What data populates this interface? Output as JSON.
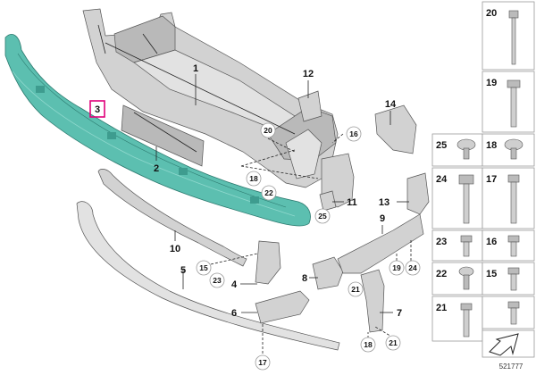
{
  "diagram_number": "521777",
  "highlighted_label": "3",
  "callouts": {
    "p1": "1",
    "p2": "2",
    "p3": "3",
    "p4": "4",
    "p5": "5",
    "p6": "6",
    "p7": "7",
    "p8": "8",
    "p9": "9",
    "p10": "10",
    "p11": "11",
    "p12": "12",
    "p13": "13",
    "p14": "14",
    "c15": "15",
    "c16": "16",
    "c17": "17",
    "c18a": "18",
    "c18b": "18",
    "c19": "19",
    "c20": "20",
    "c21a": "21",
    "c21b": "21",
    "c22": "22",
    "c23": "23",
    "c24": "24",
    "c25": "25"
  },
  "fastener_panel": [
    {
      "key": "f20",
      "label": "20"
    },
    {
      "key": "f19",
      "label": "19"
    },
    {
      "key": "f25",
      "label": "25"
    },
    {
      "key": "f18",
      "label": "18"
    },
    {
      "key": "f24",
      "label": "24"
    },
    {
      "key": "f17",
      "label": "17"
    },
    {
      "key": "f23",
      "label": "23"
    },
    {
      "key": "f16",
      "label": "16"
    },
    {
      "key": "f22",
      "label": "22"
    },
    {
      "key": "f15",
      "label": "15"
    },
    {
      "key": "f21",
      "label": "21"
    }
  ],
  "colors": {
    "absorber_teal": "#5cbfb0",
    "highlight_box": "#e0007a",
    "part_grey": "#d2d2d2"
  },
  "icons": [
    "arrow-icon"
  ]
}
